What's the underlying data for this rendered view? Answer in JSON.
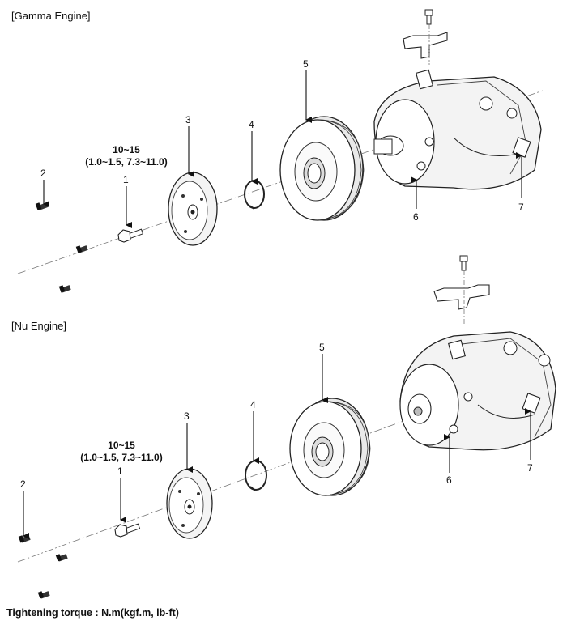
{
  "gamma": {
    "title": "[Gamma Engine]",
    "torque_main": "10~15",
    "torque_sub": "(1.0~1.5, 7.3~11.0)",
    "labels": {
      "bolt": "1",
      "screw": "2",
      "hub": "3",
      "snap_ring": "4",
      "pulley": "5",
      "coil": "6",
      "connector": "7"
    }
  },
  "nu": {
    "title": "[Nu Engine]",
    "torque_main": "10~15",
    "torque_sub": "(1.0~1.5, 7.3~11.0)",
    "labels": {
      "bolt": "1",
      "screw": "2",
      "hub": "3",
      "snap_ring": "4",
      "pulley": "5",
      "coil": "6",
      "connector": "7"
    }
  },
  "footer": "Tightening torque : N.m(kgf.m, lb-ft)"
}
